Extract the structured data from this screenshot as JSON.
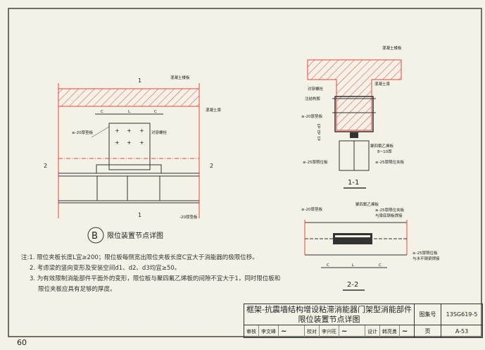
{
  "detail_b": {
    "marker": "B",
    "title": "限位装置节点详图",
    "labels": {
      "slab": "混凝土楼板",
      "beam": "混凝土梁",
      "bolt": "对穿螺栓",
      "pad_ge20": "≥-20厚垫板",
      "pad_20": "-20厚垫板",
      "c": "C",
      "l": "L",
      "sec1": "1",
      "sec2": "2"
    }
  },
  "section_1_1": {
    "title": "1-1",
    "labels": {
      "slab": "混凝土楼板",
      "beam": "混凝土梁",
      "bolt": "对穿螺栓",
      "glue": "注结构胶",
      "pad": "≥-20厚垫板",
      "d": "d1 d2 d3",
      "ptfe": "聚四氟乙烯板",
      "ptfe_thk": "8~10厚",
      "limit_plate": "≥-25厚限位板",
      "clamp_plate": "≥-25厚限位夹板"
    }
  },
  "section_2_2": {
    "title": "2-2",
    "labels": {
      "pad": "≥-20厚垫板",
      "ptfe": "聚四氟乙烯板",
      "clamp_plate": "≥-25厚限位夹板",
      "clamp_note": "与梁底钢板焊接",
      "limit_plate": "≥-25厚限位板",
      "limit_note": "与水平钢梁焊接",
      "c": "C",
      "l": "L"
    }
  },
  "notes": [
    "注:1. 限位夹板长度L宜≥200；限位板每侧宽出限位夹板长度C宜大于消能器的极限位移。",
    "2. 考虑梁的竖向变形及安装空间d1、d2、d3均宜≥50。",
    "3. 为有效限制消能部件平面外的变形，限位板与聚四氟乙烯板的间隙不宜大于1，同时限位板和",
    "限位夹板应具有足够的厚度。"
  ],
  "title_block": {
    "title_line1": "框架-抗震墙结构增设粘滞消能器门架型消能部件",
    "title_line2": "限位装置节点详图",
    "atlas_label": "图集号",
    "atlas_no": "13SG619-5",
    "review_label": "审核",
    "reviewer": "李文峰",
    "check_label": "校对",
    "checker": "李兴旺",
    "design_label": "设计",
    "designer": "韩亮勇",
    "page_label": "页",
    "page_no": "A-53"
  },
  "page_number": "60",
  "colors": {
    "concrete": "#e8453c",
    "line": "#333333",
    "paper": "#f4f1e6"
  }
}
